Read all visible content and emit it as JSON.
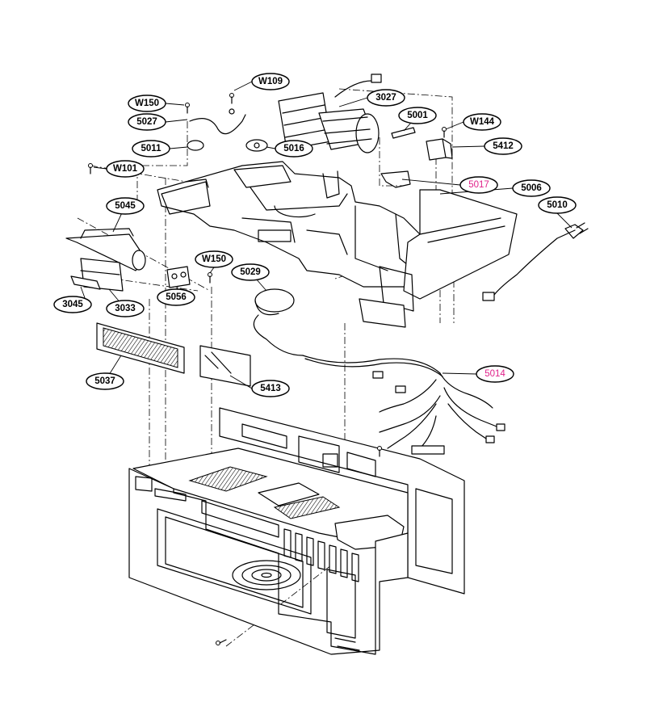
{
  "colors": {
    "line": "#000000",
    "highlight": "#e0218a",
    "background": "#ffffff"
  },
  "callouts": {
    "W109": "W109",
    "W150_top": "W150",
    "5027": "5027",
    "3027": "3027",
    "5001": "5001",
    "W144": "W144",
    "5011": "5011",
    "5016": "5016",
    "5412": "5412",
    "W101": "W101",
    "5017": "5017",
    "5006": "5006",
    "5045": "5045",
    "5010": "5010",
    "W150_mid": "W150",
    "5029": "5029",
    "3045": "3045",
    "3033": "3033",
    "5056": "5056",
    "5014": "5014",
    "5037": "5037",
    "5413": "5413"
  }
}
